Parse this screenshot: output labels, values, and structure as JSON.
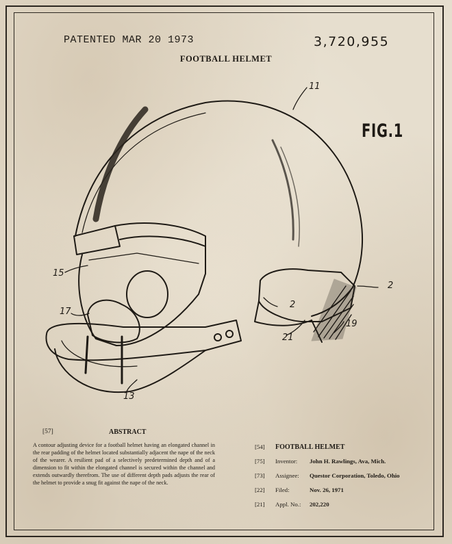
{
  "header": {
    "patented": "PATENTED MAR 20 1973",
    "patent_number": "3,720,955",
    "title": "FOOTBALL HELMET",
    "figure_label": "FIG.1"
  },
  "drawing": {
    "reference_numerals": {
      "r11": "11",
      "r15": "15",
      "r17": "17",
      "r13": "13",
      "r2a": "2",
      "r2b": "2",
      "r21": "21",
      "r19": "19"
    }
  },
  "abstract": {
    "code": "[57]",
    "heading": "ABSTRACT",
    "text": "A contour adjusting device for a football helmet having an elongated channel in the rear padding of the helmet located substantially adjacent the nape of the neck of the wearer. A resilient pad of a selectively predetermined depth and of a dimension to fit within the elongated channel is secured within the channel and extends outwardly therefrom. The use of different depth pads adjusts the rear of the helmet to provide a snug fit against the nape of the neck."
  },
  "biblio": [
    {
      "code": "[54]",
      "label": "",
      "value": "FOOTBALL HELMET"
    },
    {
      "code": "[75]",
      "label": "Inventor:",
      "value": "John H. Rawlings, Ava, Mich."
    },
    {
      "code": "[73]",
      "label": "Assignee:",
      "value": "Questor Corporation, Toledo, Ohio"
    },
    {
      "code": "[22]",
      "label": "Filed:",
      "value": "Nov. 26, 1971"
    },
    {
      "code": "[21]",
      "label": "Appl. No.:",
      "value": "202,220"
    }
  ]
}
